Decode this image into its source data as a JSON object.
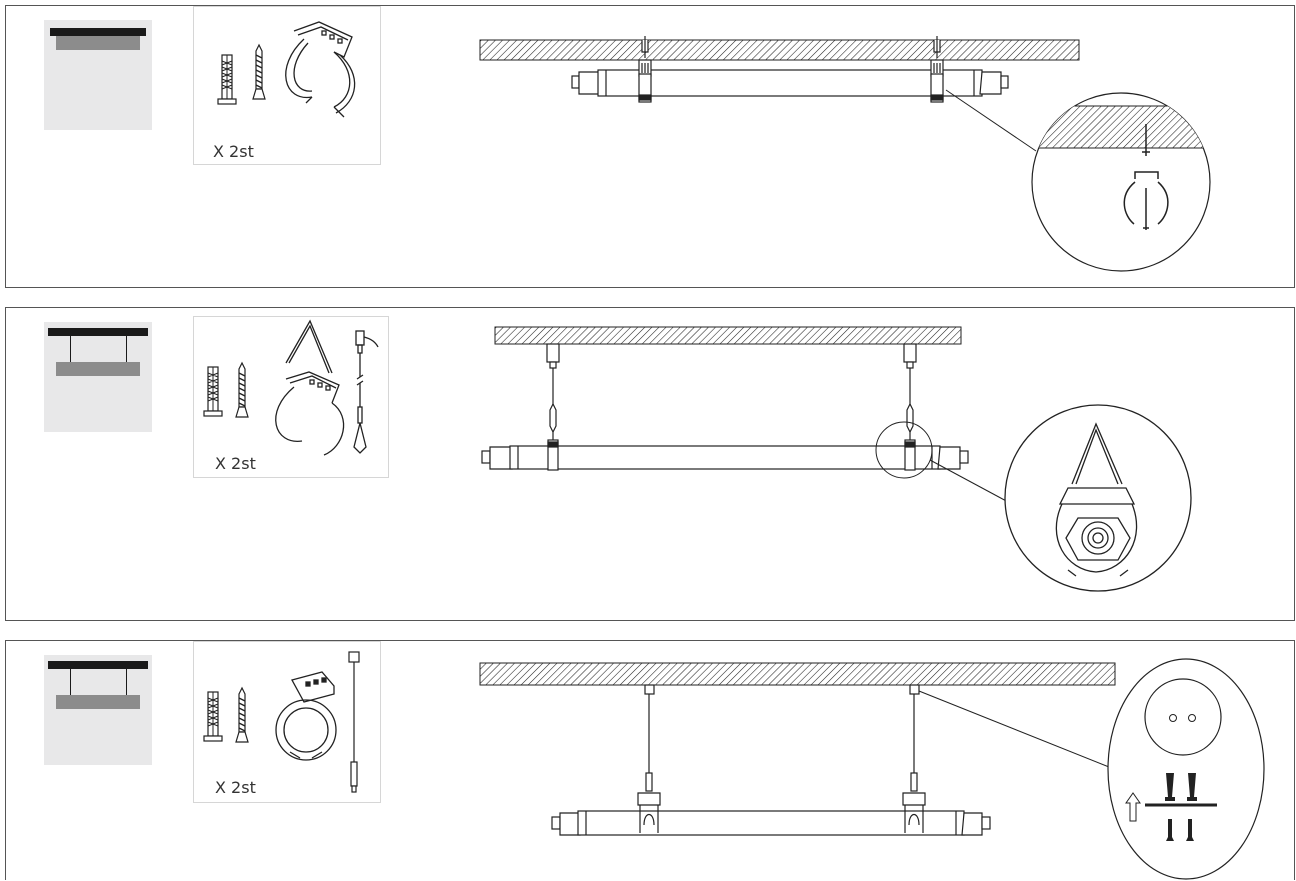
{
  "panels": [
    {
      "id": "ceiling-clip-mount",
      "quantity_label": "X 2st"
    },
    {
      "id": "suspension-v-hanger-mount",
      "quantity_label": "X 2st"
    },
    {
      "id": "suspension-rod-mount",
      "quantity_label": "X 2st"
    }
  ],
  "colors": {
    "line": "#1a1a1a",
    "panel_border": "#555555",
    "icon_bg": "#e8e8e9",
    "icon_dark": "#1a1a1a",
    "icon_mid": "#8c8c8c"
  },
  "icons": [
    "mount-type-icon",
    "wall-plug-icon",
    "screw-icon",
    "mounting-clip-icon",
    "v-hanger-icon",
    "cable-grip-icon",
    "suspension-rod-icon",
    "ceiling-canopy-icon"
  ]
}
